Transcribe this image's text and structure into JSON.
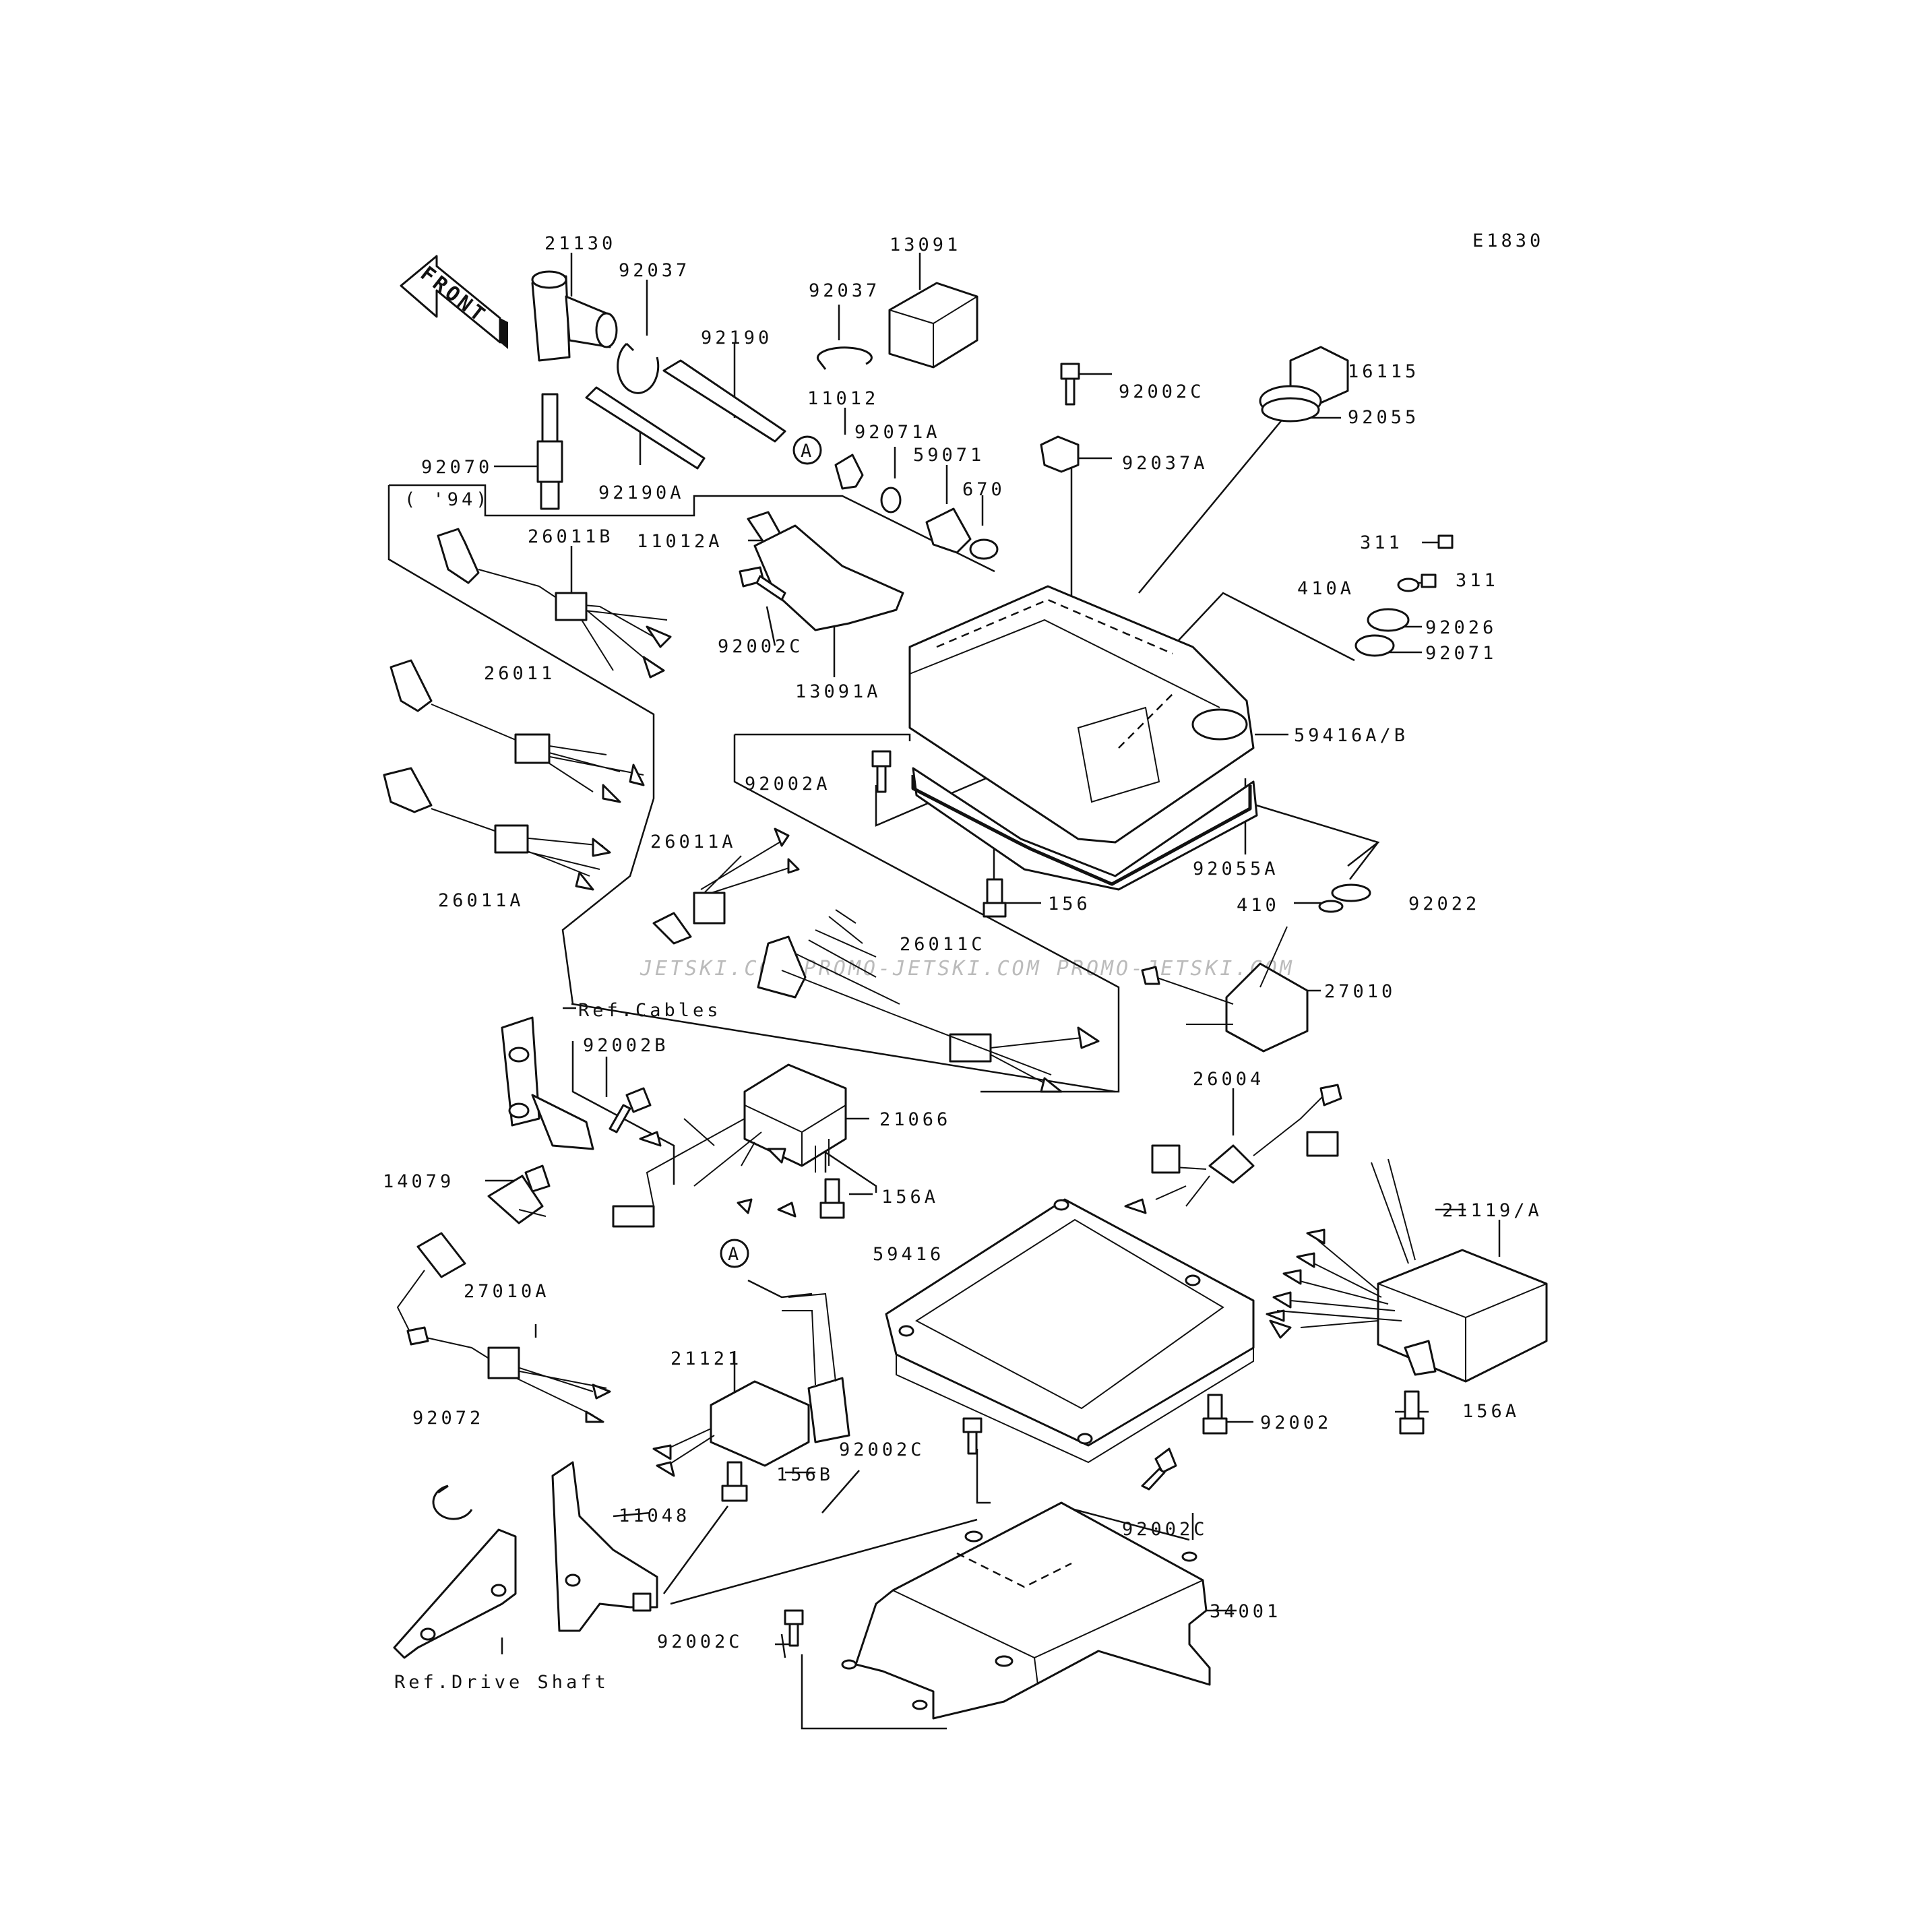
{
  "diagram_code": "E1830",
  "front_arrow_label": "FRONT",
  "watermark": "JETSKI.COM  PROMO-JETSKI.COM  PROMO-JETSKI.COM",
  "callouts": {
    "c21130": "21130",
    "c92037a": "92037",
    "c92037b": "92037",
    "c13091": "13091",
    "c92190": "92190",
    "c11012": "11012",
    "c92071a": "92071A",
    "c59071": "59071",
    "c670": "670",
    "c92070": "92070",
    "c94": "( '94)",
    "c92190a": "92190A",
    "c26011b": "26011B",
    "c11012a": "11012A",
    "c92002c_top": "92002C",
    "c92037a_b": "92037A",
    "c16115": "16115",
    "c92055": "92055",
    "c311a": "311",
    "c311b": "311",
    "c410a": "410A",
    "c92026": "92026",
    "c92071": "92071",
    "c92002c_mid": "92002C",
    "c13091a": "13091A",
    "c26011": "26011",
    "c59416ab": "59416A/B",
    "c92002a": "92002A",
    "c92055a": "92055A",
    "c156": "156",
    "c410": "410",
    "c92022": "92022",
    "c26011a_l": "26011A",
    "c26011a_m": "26011A",
    "c26011c": "26011C",
    "c27010": "27010",
    "c refcables": "",
    "crefcables": "Ref.Cables",
    "c92002b": "92002B",
    "c21066": "21066",
    "c26004": "26004",
    "c14079": "14079",
    "c156a_m": "156A",
    "c59416": "59416",
    "c21119": "21119/A",
    "cA1": "A",
    "cA2": "A",
    "c27010a": "27010A",
    "c21121": "21121",
    "c92002c_l": "92002C",
    "c92002": "92002",
    "c156a_r": "156A",
    "c92072": "92072",
    "c156b": "156B",
    "c92002c_r": "92002C",
    "c11048": "11048",
    "c34001": "34001",
    "c92002c_b": "92002C",
    "crefdrive": "Ref.Drive Shaft"
  }
}
